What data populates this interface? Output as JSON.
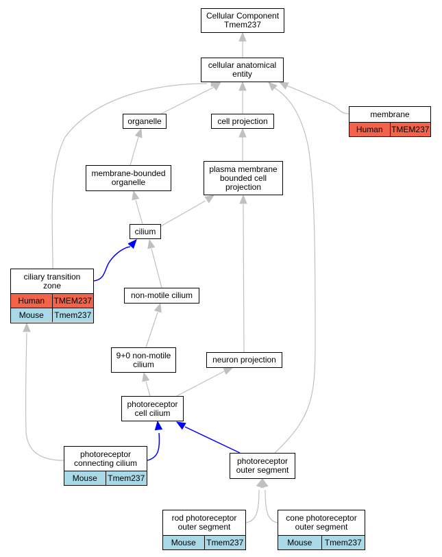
{
  "colors": {
    "gray_edge": "#c0c0c0",
    "blue_edge": "#0000ff",
    "human": "#f26349",
    "mouse": "#a9d8e6"
  },
  "nodes": {
    "cellular_component": {
      "label": "Cellular Component\nTmem237"
    },
    "cellular_anatomical_entity": {
      "label": "cellular anatomical\nentity"
    },
    "organelle": {
      "label": "organelle"
    },
    "cell_projection": {
      "label": "cell projection"
    },
    "membrane": {
      "label": "membrane",
      "rows": [
        {
          "species": "Human",
          "gene": "TMEM237"
        }
      ]
    },
    "membrane_bounded_organelle": {
      "label": "membrane-bounded\norganelle"
    },
    "plasma_membrane_bounded_cell_projection": {
      "label": "plasma membrane\nbounded cell\nprojection"
    },
    "cilium": {
      "label": "cilium"
    },
    "ciliary_transition_zone": {
      "label": "ciliary transition\nzone",
      "rows": [
        {
          "species": "Human",
          "gene": "TMEM237"
        },
        {
          "species": "Mouse",
          "gene": "Tmem237"
        }
      ]
    },
    "non_motile_cilium": {
      "label": "non-motile cilium"
    },
    "nine_plus_zero_cilium": {
      "label": "9+0 non-motile\ncilium"
    },
    "neuron_projection": {
      "label": "neuron projection"
    },
    "photoreceptor_cell_cilium": {
      "label": "photoreceptor\ncell cilium"
    },
    "photoreceptor_connecting_cilium": {
      "label": "photoreceptor\nconnecting cilium",
      "rows": [
        {
          "species": "Mouse",
          "gene": "Tmem237"
        }
      ]
    },
    "photoreceptor_outer_segment": {
      "label": "photoreceptor\nouter segment"
    },
    "rod_outer_segment": {
      "label": "rod photoreceptor\nouter segment",
      "rows": [
        {
          "species": "Mouse",
          "gene": "Tmem237"
        }
      ]
    },
    "cone_outer_segment": {
      "label": "cone photoreceptor\nouter segment",
      "rows": [
        {
          "species": "Mouse",
          "gene": "Tmem237"
        }
      ]
    }
  },
  "edges": [
    {
      "from": "cellular_anatomical_entity",
      "to": "cellular_component",
      "color": "gray"
    },
    {
      "from": "organelle",
      "to": "cellular_anatomical_entity",
      "color": "gray"
    },
    {
      "from": "cell_projection",
      "to": "cellular_anatomical_entity",
      "color": "gray"
    },
    {
      "from": "membrane",
      "to": "cellular_anatomical_entity",
      "color": "gray"
    },
    {
      "from": "ciliary_transition_zone",
      "to": "cellular_anatomical_entity",
      "color": "gray"
    },
    {
      "from": "photoreceptor_outer_segment",
      "to": "cellular_anatomical_entity",
      "color": "gray"
    },
    {
      "from": "membrane_bounded_organelle",
      "to": "organelle",
      "color": "gray"
    },
    {
      "from": "plasma_membrane_bounded_cell_projection",
      "to": "cell_projection",
      "color": "gray"
    },
    {
      "from": "cilium",
      "to": "membrane_bounded_organelle",
      "color": "gray"
    },
    {
      "from": "cilium",
      "to": "plasma_membrane_bounded_cell_projection",
      "color": "gray"
    },
    {
      "from": "neuron_projection",
      "to": "plasma_membrane_bounded_cell_projection",
      "color": "gray"
    },
    {
      "from": "ciliary_transition_zone",
      "to": "cilium",
      "color": "blue"
    },
    {
      "from": "non_motile_cilium",
      "to": "cilium",
      "color": "gray"
    },
    {
      "from": "nine_plus_zero_cilium",
      "to": "non_motile_cilium",
      "color": "gray"
    },
    {
      "from": "photoreceptor_cell_cilium",
      "to": "nine_plus_zero_cilium",
      "color": "gray"
    },
    {
      "from": "photoreceptor_cell_cilium",
      "to": "neuron_projection",
      "color": "gray"
    },
    {
      "from": "photoreceptor_connecting_cilium",
      "to": "ciliary_transition_zone",
      "color": "gray"
    },
    {
      "from": "photoreceptor_connecting_cilium",
      "to": "photoreceptor_cell_cilium",
      "color": "blue"
    },
    {
      "from": "photoreceptor_outer_segment",
      "to": "photoreceptor_cell_cilium",
      "color": "blue"
    },
    {
      "from": "rod_outer_segment",
      "to": "photoreceptor_outer_segment",
      "color": "gray"
    },
    {
      "from": "cone_outer_segment",
      "to": "photoreceptor_outer_segment",
      "color": "gray"
    }
  ]
}
